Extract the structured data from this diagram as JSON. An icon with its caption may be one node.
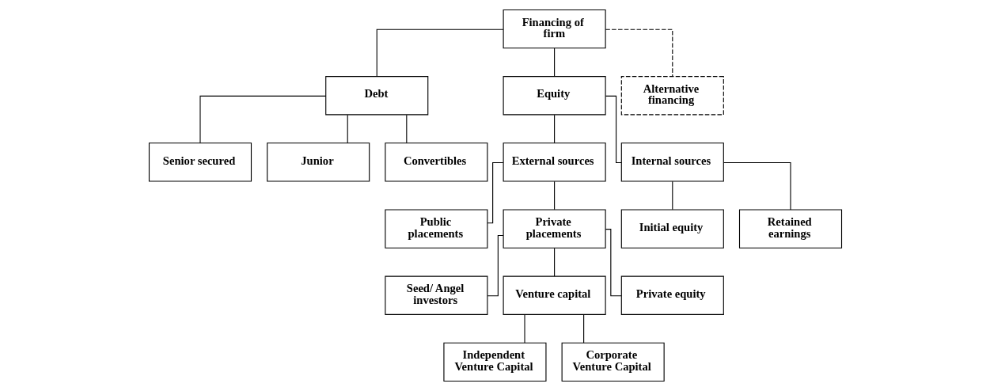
{
  "diagram": {
    "nodes": [
      {
        "text": [
          "Financing of firm"
        ]
      },
      {
        "text": [
          "Debt"
        ]
      },
      {
        "text": [
          "Equity"
        ]
      },
      {
        "text": [
          "Alternative financing"
        ]
      },
      {
        "text": [
          "Senior secured"
        ]
      },
      {
        "text": [
          "Junior"
        ]
      },
      {
        "text": [
          "Convertibles"
        ]
      },
      {
        "text": [
          "External sources"
        ]
      },
      {
        "text": [
          "Internal sources"
        ]
      },
      {
        "text": [
          "Public placements"
        ]
      },
      {
        "text": [
          "Private placements"
        ]
      },
      {
        "text": [
          "Initial equity"
        ]
      },
      {
        "text": [
          "Retained earnings"
        ]
      },
      {
        "text": [
          "Seed/ Angel investors"
        ]
      },
      {
        "text": [
          "Venture capital"
        ]
      },
      {
        "text": [
          "Private equity"
        ]
      },
      {
        "text": [
          "Independent Venture Capital"
        ]
      },
      {
        "text": [
          "Corporate Venture Capital"
        ]
      }
    ],
    "edges": [
      {
        "from": 0,
        "to": 1,
        "arrow": "none"
      },
      {
        "from": 0,
        "to": 2,
        "arrow": "none"
      },
      {
        "from": 0,
        "to": 3,
        "arrow": "none",
        "style": "dashed"
      },
      {
        "from": 1,
        "to": 4,
        "arrow": "none"
      },
      {
        "from": 1,
        "to": 5,
        "arrow": "none"
      },
      {
        "from": 1,
        "to": 6,
        "arrow": "none"
      },
      {
        "from": 2,
        "to": 7,
        "arrow": "none"
      },
      {
        "from": 2,
        "to": 8,
        "arrow": "none"
      },
      {
        "from": 7,
        "to": 9,
        "arrow": "none"
      },
      {
        "from": 7,
        "to": 10,
        "arrow": "none"
      },
      {
        "from": 8,
        "to": 11,
        "arrow": "none"
      },
      {
        "from": 8,
        "to": 12,
        "arrow": "none"
      },
      {
        "from": 10,
        "to": 13,
        "arrow": "none"
      },
      {
        "from": 10,
        "to": 14,
        "arrow": "none"
      },
      {
        "from": 10,
        "to": 15,
        "arrow": "none"
      },
      {
        "from": 14,
        "to": 16,
        "arrow": "none"
      },
      {
        "from": 14,
        "to": 17,
        "arrow": "none"
      }
    ]
  }
}
